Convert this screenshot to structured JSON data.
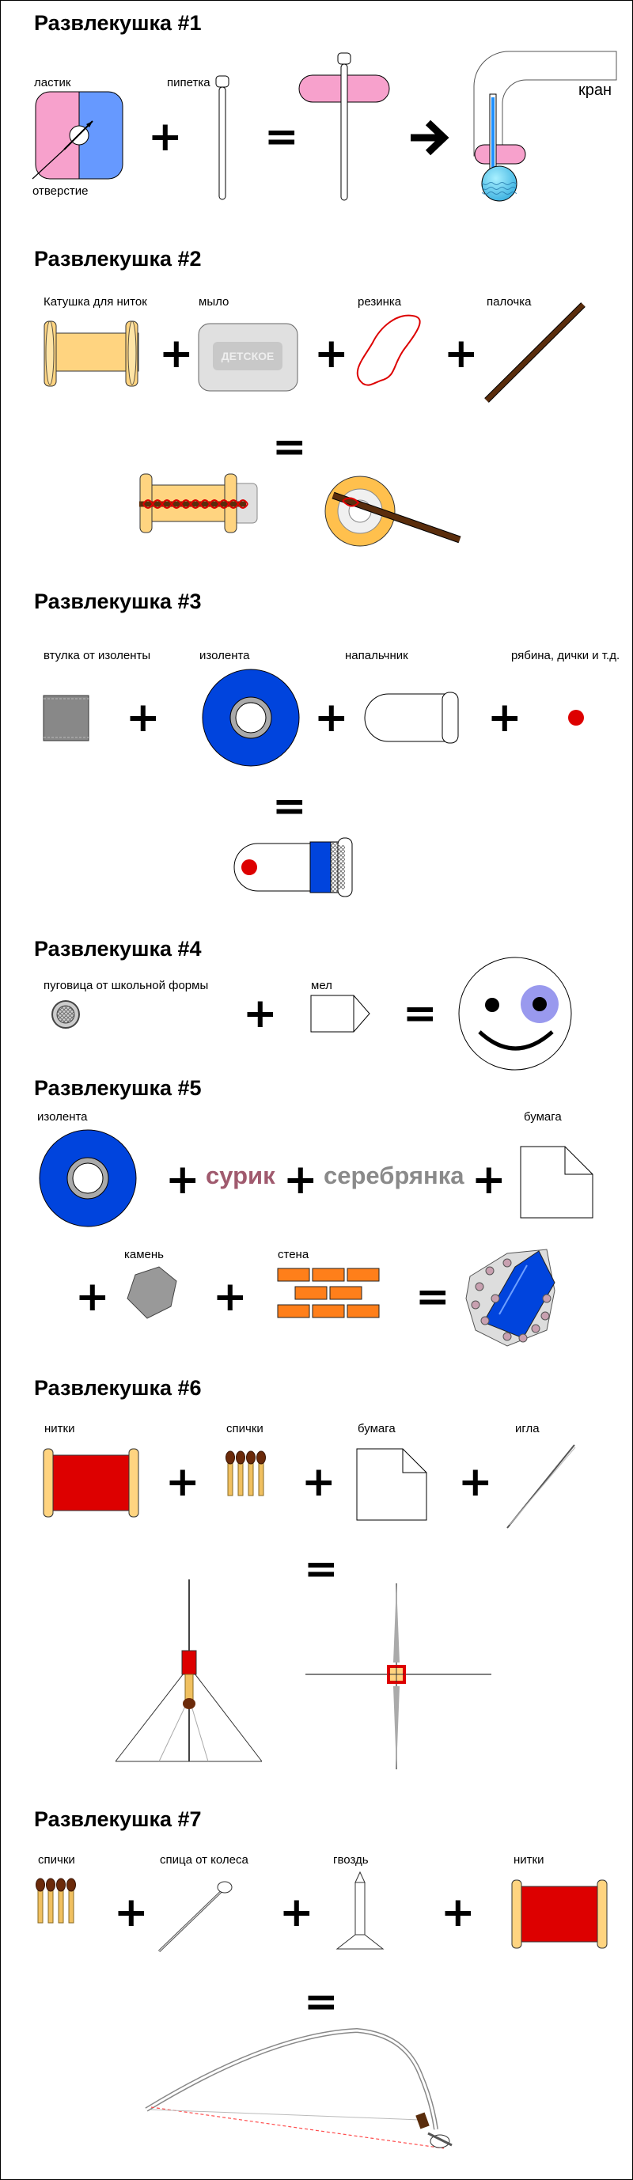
{
  "puzzles": [
    {
      "title": "Развлекушка #1",
      "labels": {
        "eraser": "ластик",
        "pipette": "пипетка",
        "hole": "отверстие",
        "tap": "кран"
      }
    },
    {
      "title": "Развлекушка #2",
      "labels": {
        "spool": "Катушка для ниток",
        "soap": "мыло",
        "soap_text": "ДЕТСКОЕ",
        "rubber": "резинка",
        "stick": "палочка"
      }
    },
    {
      "title": "Развлекушка #3",
      "labels": {
        "sleeve": "втулка от изоленты",
        "tape": "изолента",
        "thimble": "напальчник",
        "berry": "рябина, дички и т.д."
      }
    },
    {
      "title": "Развлекушка #4",
      "labels": {
        "button": "пуговица от школьной формы",
        "chalk": "мел"
      }
    },
    {
      "title": "Развлекушка #5",
      "labels": {
        "tape": "изолента",
        "minium": "сурик",
        "silver": "серебрянка",
        "paper": "бумага",
        "stone": "камень",
        "wall": "стена"
      }
    },
    {
      "title": "Развлекушка #6",
      "labels": {
        "threads": "нитки",
        "matches": "спички",
        "paper": "бумага",
        "needle": "игла"
      }
    },
    {
      "title": "Развлекушка #7",
      "labels": {
        "matches": "спички",
        "spoke": "спица от колеса",
        "nail": "гвоздь",
        "threads": "нитки"
      }
    }
  ],
  "colors": {
    "pink": "#f7a1cc",
    "blue": "#6699ff",
    "yellow": "#ffd480",
    "tape_blue": "#0044dd",
    "red": "#dd0000",
    "brick": "#ff7f1a",
    "brown": "#5a2d0c",
    "minium": "#a05a6e",
    "silver": "#8a8a8a"
  }
}
